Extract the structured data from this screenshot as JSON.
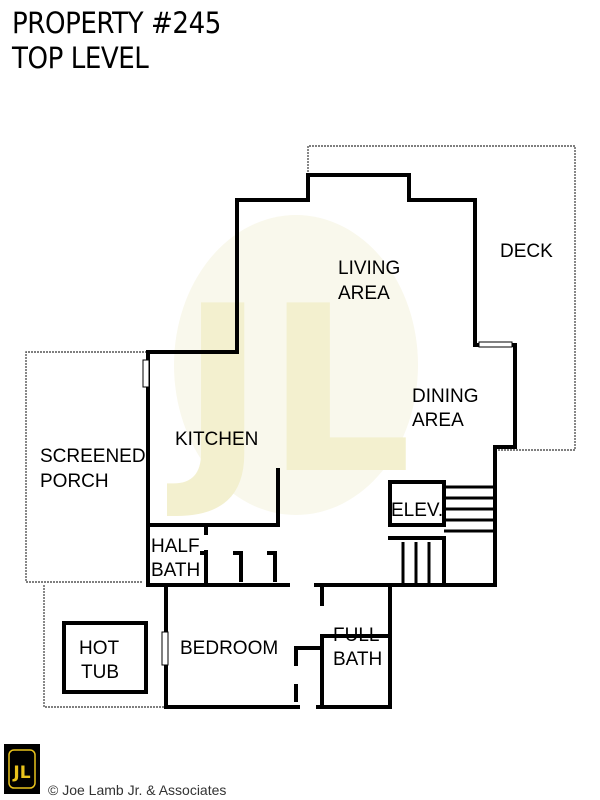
{
  "title": {
    "line1": "PROPERTY #245",
    "line2": "TOP LEVEL"
  },
  "rooms": {
    "deck": "DECK",
    "living": [
      "LIVING",
      "AREA"
    ],
    "dining": [
      "DINING",
      "AREA"
    ],
    "kitchen": "KITCHEN",
    "screened_porch": [
      "SCREENED",
      "PORCH"
    ],
    "elevator": "ELEV.",
    "half_bath": [
      "HALF",
      "BATH"
    ],
    "hot_tub": [
      "HOT",
      "TUB"
    ],
    "bedroom": "BEDROOM",
    "full_bath": [
      "FULL",
      "BATH"
    ]
  },
  "watermark": "JL",
  "logo": "JL",
  "copyright": "© Joe Lamb Jr. & Associates",
  "colors": {
    "wall": "#000000",
    "outline": "#555555",
    "watermark": "#f7f5e2",
    "logo_gold": "#e8c21c"
  }
}
